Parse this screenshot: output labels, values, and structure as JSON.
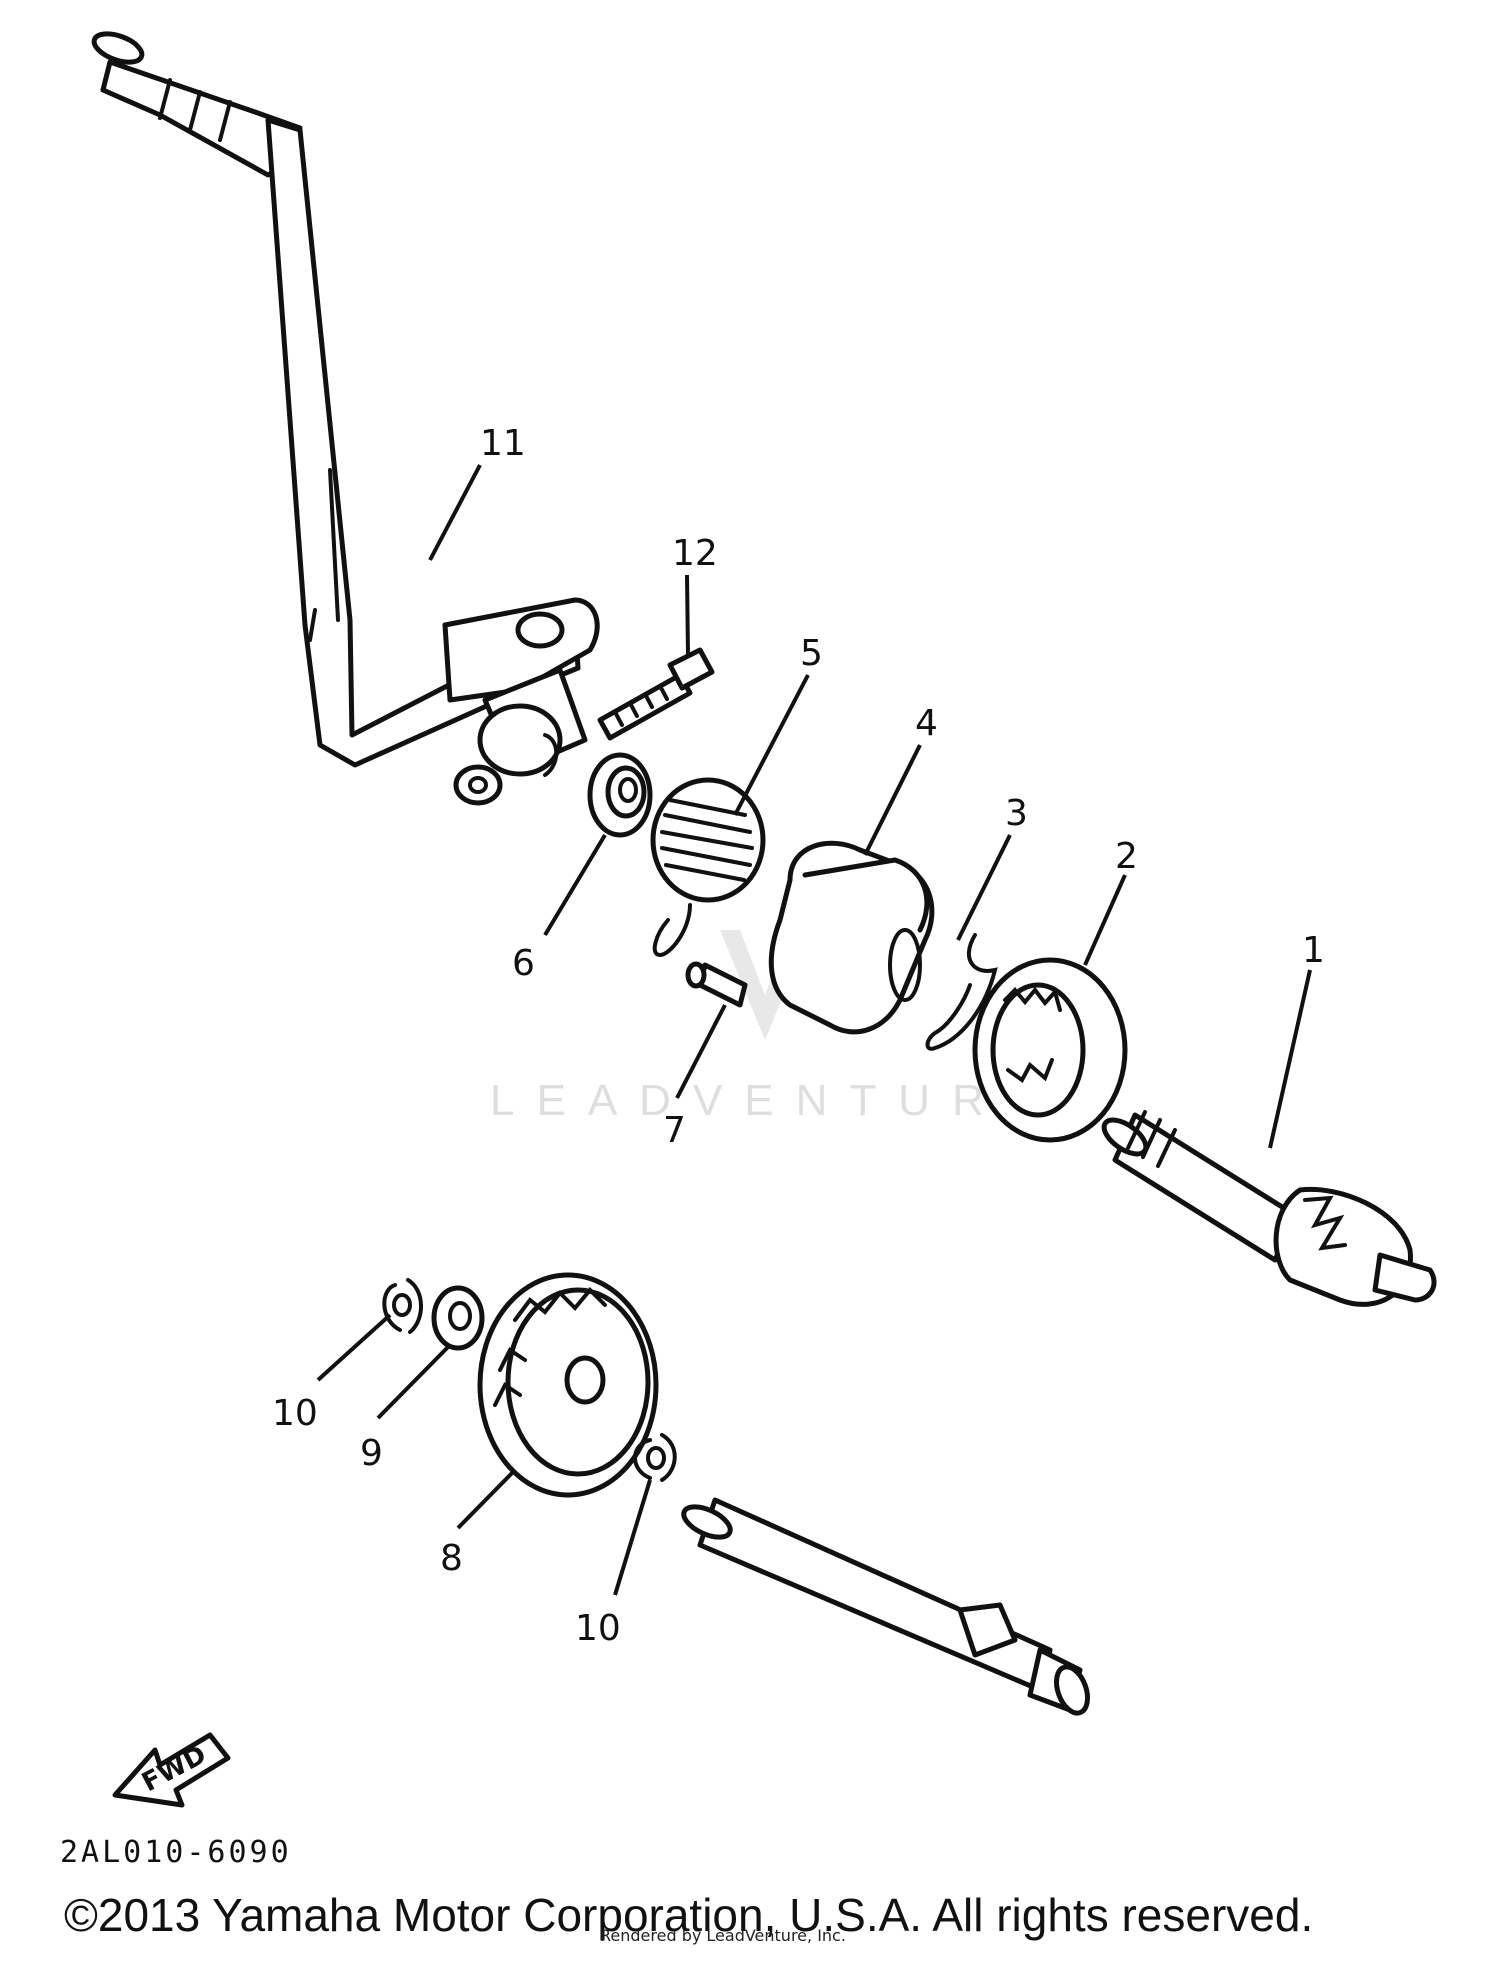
{
  "diagram": {
    "code": "2AL010-6090",
    "copyright": "©2013 Yamaha Motor Corporation, U.S.A. All rights reserved.",
    "rendered_by": "Rendered by LeadVenture, Inc.",
    "watermark": "LEADVENTURE",
    "fwd_label": "FWD",
    "callouts": [
      "1",
      "2",
      "3",
      "4",
      "5",
      "6",
      "7",
      "8",
      "9",
      "10",
      "11",
      "12"
    ],
    "callout_10b": "10"
  }
}
